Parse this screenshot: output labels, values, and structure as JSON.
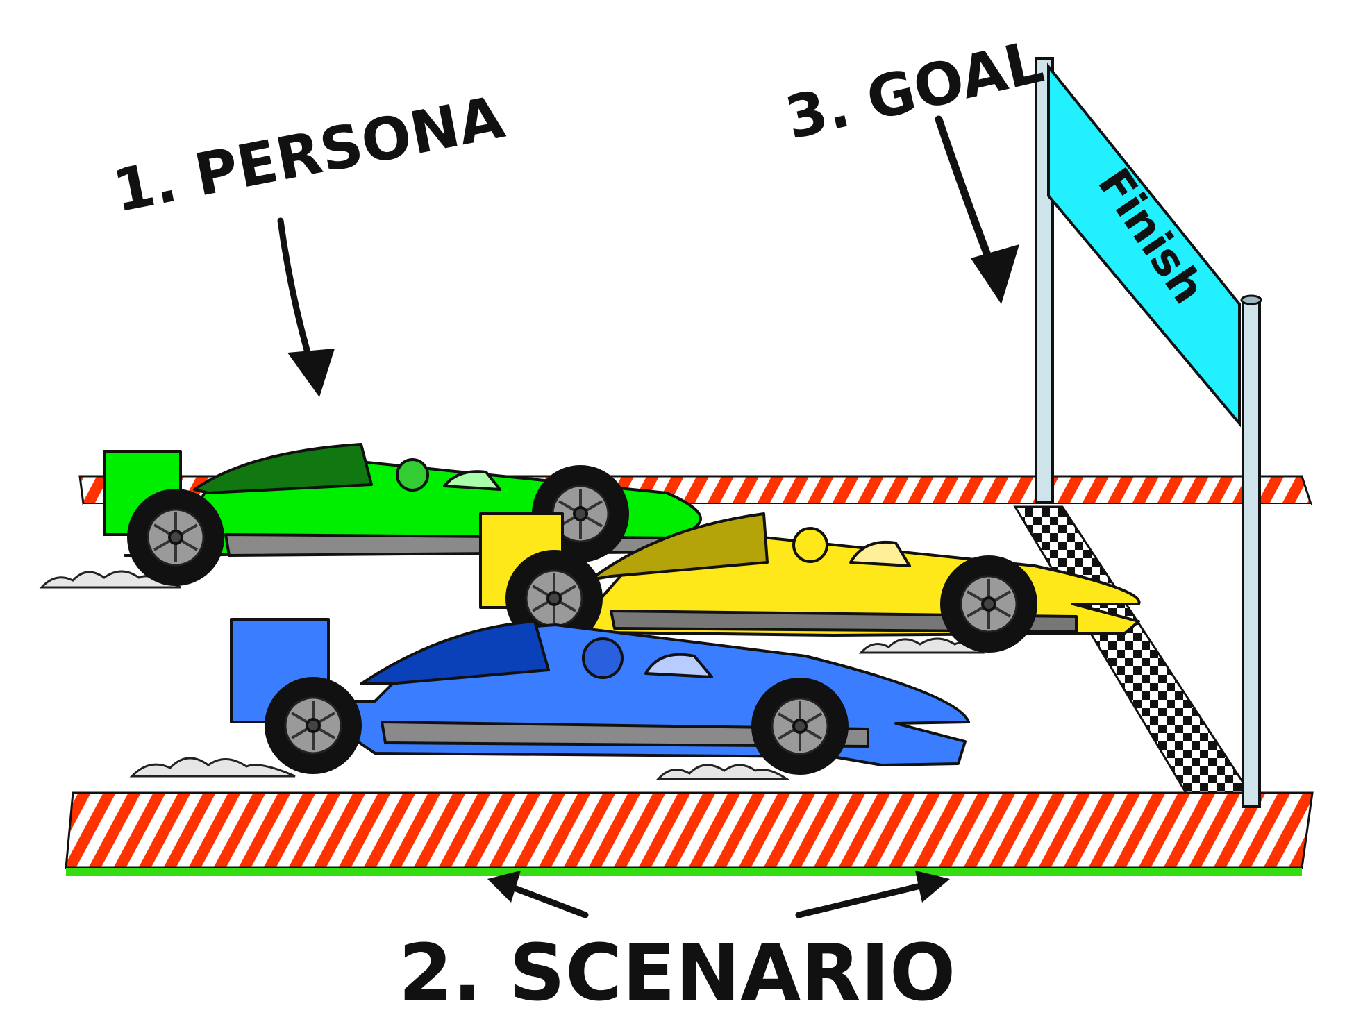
{
  "labels": {
    "persona": "1. PERSONA",
    "goal": "3. GOAL",
    "scenario": "2. SCENARIO",
    "finish": "Finish"
  },
  "colors": {
    "kerb_red": "#ff3300",
    "grass": "#33dd11",
    "banner": "#22f0ff",
    "pole": "#cfe3ea",
    "green_car": "#00ee00",
    "green_car_dark": "#117711",
    "yellow_car": "#ffe81a",
    "yellow_car_dark": "#b5a30a",
    "blue_car": "#3a7dff",
    "blue_car_dark": "#0a40b8",
    "floor": "#8a8a8a"
  },
  "icons": [
    "race-car-icon",
    "finish-banner-icon",
    "arrow-icon",
    "checkered-flag-icon"
  ]
}
